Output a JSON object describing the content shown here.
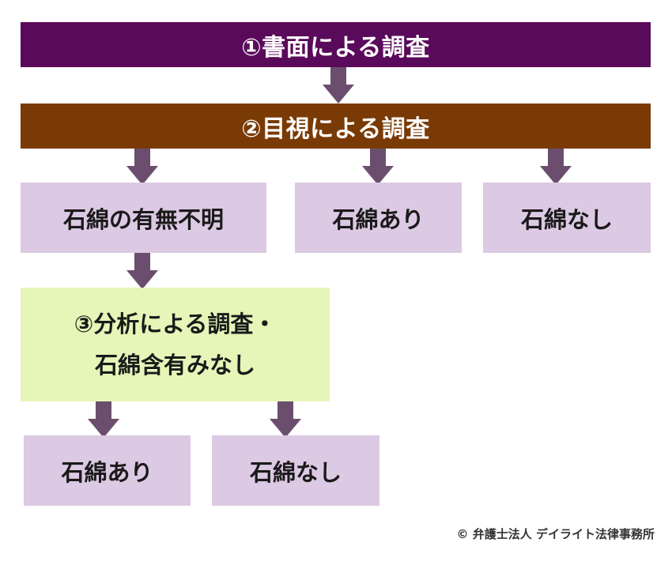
{
  "step1": {
    "label": "①書面による調査"
  },
  "step2": {
    "label": "②目視による調査"
  },
  "outcomes": {
    "unknown": "石綿の有無不明",
    "present": "石綿あり",
    "absent": "石綿なし"
  },
  "step3": {
    "line1": "③分析による調査・",
    "line2": "石綿含有みなし"
  },
  "final_outcomes": {
    "present": "石綿あり",
    "absent": "石綿なし"
  },
  "copyright": "© 弁護士法人 デイライト法律事務所",
  "colors": {
    "step1": "#5a0a5a",
    "step2": "#7a3a05",
    "outcome_box": "#dcc9e3",
    "step3_box": "#e6f5b8",
    "arrow": "#6b4e6e"
  }
}
